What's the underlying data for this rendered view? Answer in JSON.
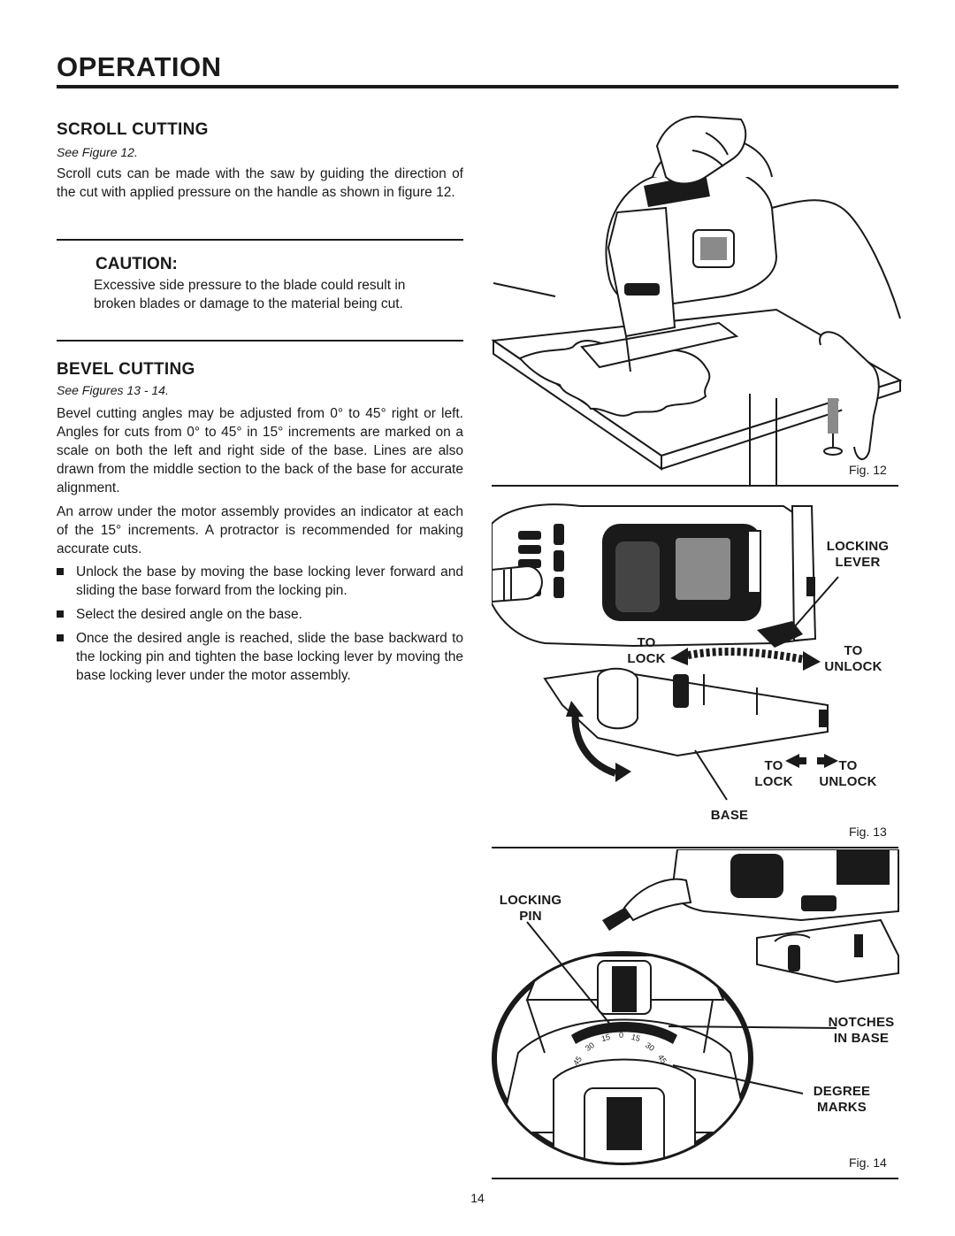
{
  "header": {
    "title": "OPERATION"
  },
  "scroll": {
    "title": "SCROLL CUTTING",
    "see": "See Figure 12.",
    "text": "Scroll cuts can be made with the saw by guiding the direction of the cut with applied pressure on the handle as shown in figure 12."
  },
  "caution": {
    "title": "CAUTION:",
    "text": "Excessive side pressure to the blade could result in broken blades or damage to the material being cut."
  },
  "bevel": {
    "title": "BEVEL CUTTING",
    "see": "See Figures 13 - 14.",
    "p1": "Bevel cutting angles may be adjusted from 0° to 45° right or left. Angles for cuts from 0° to 45° in 15° increments are marked on a scale on both the left and right side of the base. Lines are also drawn from the middle section to the back of the base for accurate alignment.",
    "p2": "An arrow under the motor assembly provides an indicator at each of the 15° increments. A protractor is recommended for making accurate cuts.",
    "bullets": [
      "Unlock the base by moving the base locking lever forward and sliding the base forward from the locking pin.",
      "Select the desired angle on the base.",
      "Once the desired angle is reached, slide the base backward to the locking pin and tighten the base locking lever by moving the base locking lever under the motor assembly."
    ]
  },
  "fig12": {
    "caption": "Fig. 12"
  },
  "fig13": {
    "caption": "Fig. 13",
    "locking_lever": [
      "LOCKING",
      "LEVER"
    ],
    "to_lock": [
      "TO",
      "LOCK"
    ],
    "to_unlock": [
      "TO",
      "UNLOCK"
    ],
    "to_lock_2": [
      "TO",
      "LOCK"
    ],
    "to_unlock_2": [
      "TO",
      "UNLOCK"
    ],
    "base": "BASE"
  },
  "fig14": {
    "caption": "Fig. 14",
    "locking_pin": [
      "LOCKING",
      "PIN"
    ],
    "notches": [
      "NOTCHES",
      "IN BASE"
    ],
    "degree": [
      "DEGREE",
      "MARKS"
    ],
    "scale": [
      "45",
      "30",
      "15",
      "0",
      "15",
      "30",
      "45"
    ]
  },
  "footer": {
    "page_number": "14"
  }
}
